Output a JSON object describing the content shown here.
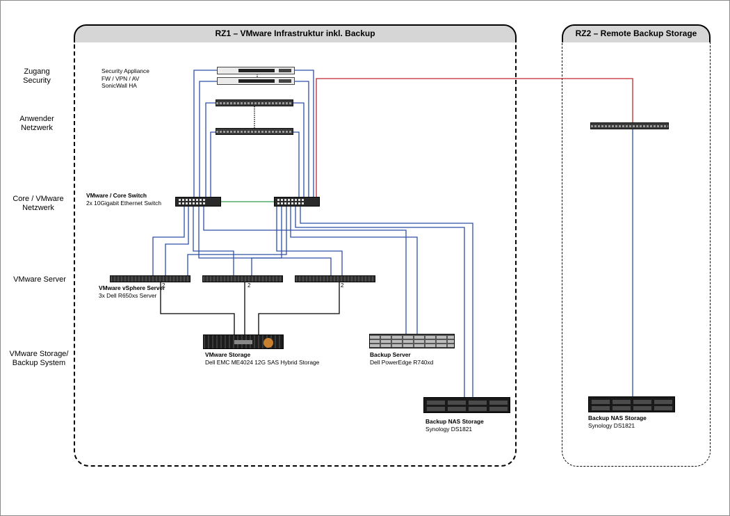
{
  "zones": {
    "rz1": {
      "title": "RZ1 – VMware Infrastruktur inkl. Backup"
    },
    "rz2": {
      "title": "RZ2 –   Remote Backup Storage"
    }
  },
  "rows": {
    "access": "Zugang\nSecurity",
    "user_network": "Anwender\nNetzwerk",
    "core_network": "Core / VMware\nNetzwerk",
    "vmware_server": "VMware Server",
    "storage": "VMware Storage/\nBackup System"
  },
  "devices": {
    "security_appliance": {
      "line1": "Security Appliance",
      "line2": "FW / VPN / AV",
      "line3": "SonicWall HA"
    },
    "core_switch": {
      "title": "VMware / Core Switch",
      "subtitle": "2x 10Gigabit Ethernet Switch"
    },
    "vsphere_server": {
      "title": "VMware vSphere Server",
      "subtitle": "3x Dell R650xs Server"
    },
    "vmware_storage": {
      "title": "VMware Storage",
      "subtitle": "Dell EMC ME4024 12G SAS Hybrid Storage"
    },
    "backup_server": {
      "title": "Backup Server",
      "subtitle": "Dell PowerEdge R740xd"
    },
    "backup_nas_rz1": {
      "title": "Backup NAS Storage",
      "subtitle": "Synology DS1821"
    },
    "backup_nas_rz2": {
      "title": "Backup NAS Storage",
      "subtitle": "Synology DS1821"
    }
  },
  "port_labels": [
    "2",
    "2",
    "2"
  ],
  "colors": {
    "link_lan": "#2e4fa8",
    "link_wan": "#c0282d",
    "link_interswitch": "#2f9a4a",
    "link_sas": "#000000",
    "zone_header": "#d6d6d6"
  }
}
